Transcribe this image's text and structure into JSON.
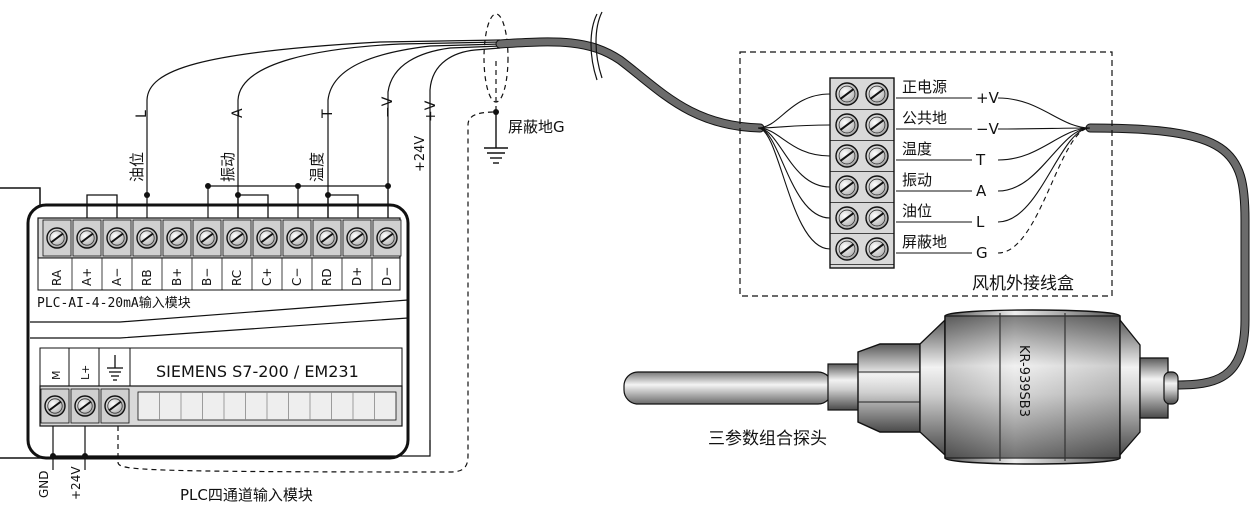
{
  "plc_module": {
    "terminals": [
      "RA",
      "A+",
      "A−",
      "RB",
      "B+",
      "B−",
      "RC",
      "C+",
      "C−",
      "RD",
      "D+",
      "D−"
    ],
    "module_label": "PLC-AI-4-20mA输入模块",
    "brand_label": "SIEMENS S7-200 / EM231",
    "power_terminals": [
      "M",
      "L+"
    ],
    "caption": "PLC四通道输入模块",
    "gnd_label": "GND",
    "plus24_bottom": "+24V"
  },
  "wire_labels": {
    "L": "L",
    "A": "A",
    "T": "T",
    "V_minus": "−V",
    "V_plus": "+V",
    "oil_position": "油位",
    "vibration": "振动",
    "temperature": "温度",
    "plus24": "+24V"
  },
  "shield_label": "屏蔽地G",
  "junction_box": {
    "title": "风机外接线盒",
    "rows": [
      {
        "name": "正电源",
        "signal": "+V"
      },
      {
        "name": "公共地",
        "signal": "−V"
      },
      {
        "name": "温度",
        "signal": "T"
      },
      {
        "name": "振动",
        "signal": "A"
      },
      {
        "name": "油位",
        "signal": "L"
      },
      {
        "name": "屏蔽地",
        "signal": "G"
      }
    ]
  },
  "probe": {
    "model": "KR-939SB3",
    "caption": "三参数组合探头"
  },
  "colors": {
    "cable": "#6b6b6b",
    "metal_dark": "#555555",
    "metal_light": "#eeeeee",
    "terminal_bg": "#d9d9d9"
  }
}
